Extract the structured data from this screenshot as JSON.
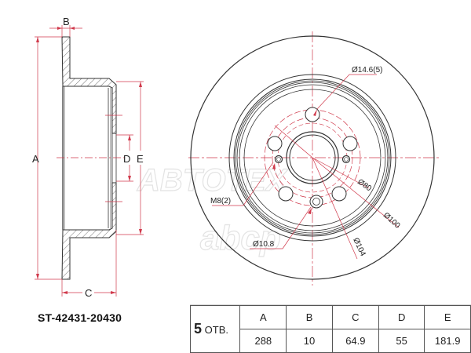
{
  "part_number": "ST-42431-20430",
  "holes": {
    "count": "5",
    "unit": "ОТВ."
  },
  "table": {
    "headers": [
      "A",
      "B",
      "C",
      "D",
      "E"
    ],
    "values": [
      "288",
      "10",
      "64.9",
      "55",
      "181.9"
    ]
  },
  "side_view": {
    "labels": {
      "A": "A",
      "B": "B",
      "C": "C",
      "D": "D",
      "E": "E"
    }
  },
  "front_view": {
    "callouts": {
      "bolt_hole": "Ø14.6(5)",
      "thread": "M8(2)",
      "pin_hole": "Ø10.8",
      "pcd": "Ø80",
      "hub": "Ø100",
      "outer_hub": "Ø104"
    }
  },
  "watermarks": {
    "primary": "ABTOTEX",
    "secondary": "abcp"
  },
  "colors": {
    "line": "#333333",
    "dimension": "#d0394b",
    "watermark": "#e3e3e3",
    "table_border": "#555555"
  }
}
